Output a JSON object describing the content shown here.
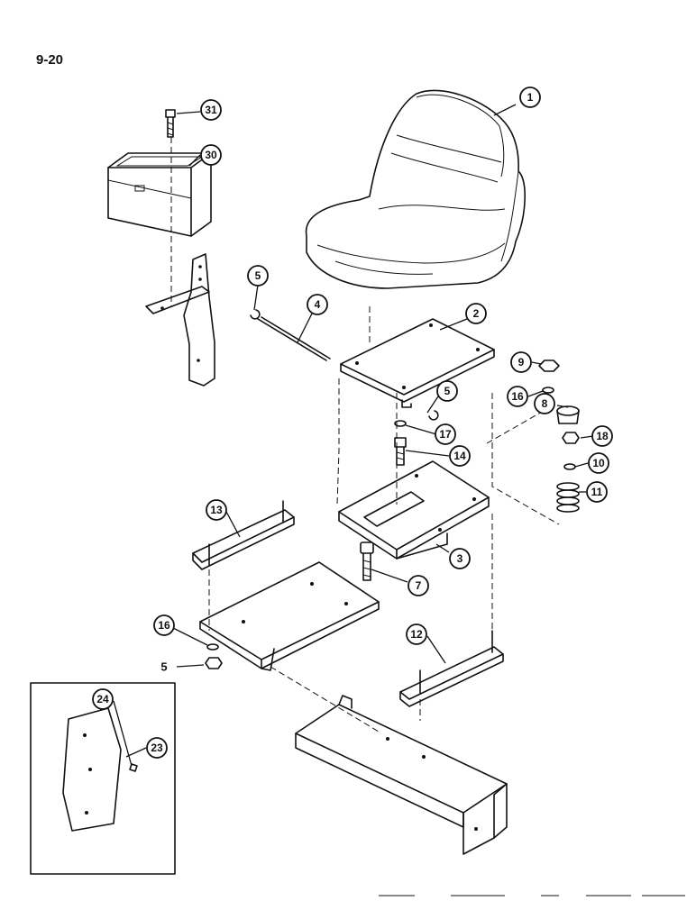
{
  "page_number": "9-20",
  "callouts": {
    "c1": "1",
    "c2": "2",
    "c3": "3",
    "c4": "4",
    "c5a": "5",
    "c5b": "5",
    "c5c": "5",
    "c7": "7",
    "c8": "8",
    "c9": "9",
    "c10": "10",
    "c11": "11",
    "c12": "12",
    "c13": "13",
    "c14": "14",
    "c16a": "16",
    "c16b": "16",
    "c17": "17",
    "c18": "18",
    "c23": "23",
    "c24": "24",
    "c30": "30",
    "c31": "31"
  }
}
